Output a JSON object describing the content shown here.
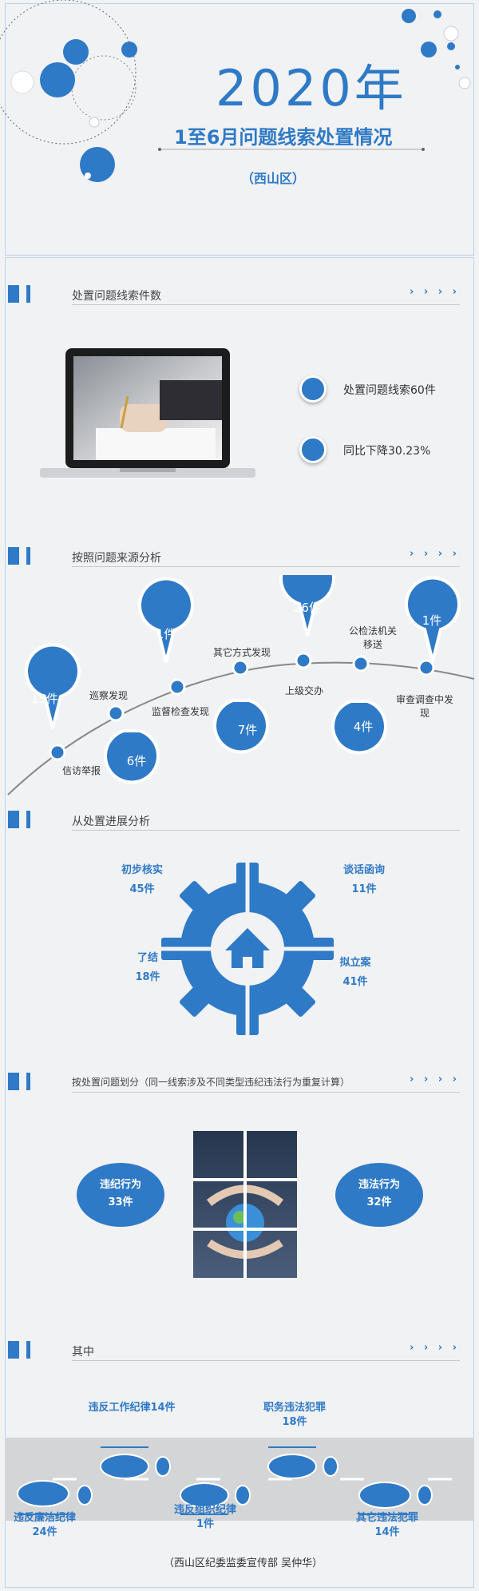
{
  "header": {
    "year": "2020年",
    "subtitle": "1至6月问题线索处置情况",
    "district": "（西山区）"
  },
  "section1": {
    "title": "处置问题线索件数",
    "arrows": "› › › ›",
    "stats": [
      "处置问题线索60件",
      "同比下降30.23%"
    ]
  },
  "section2": {
    "title": "按照问题来源分析",
    "arrows": "› › › ›",
    "sources": [
      {
        "label": "信访举报",
        "value": "15件"
      },
      {
        "label": "巡察发现",
        "value": "6件"
      },
      {
        "label": "监督检查发现",
        "value": "1件"
      },
      {
        "label": "其它方式发现",
        "value": "7件"
      },
      {
        "label": "上级交办",
        "value": "26件"
      },
      {
        "label": "公检法机关移送",
        "value": "4件"
      },
      {
        "label": "审查调查中发现",
        "value": "1件"
      }
    ]
  },
  "section3": {
    "title": "从处置进展分析",
    "items": [
      {
        "label": "初步核实",
        "value": "45件"
      },
      {
        "label": "谈话函询",
        "value": "11件"
      },
      {
        "label": "了结",
        "value": "18件"
      },
      {
        "label": "拟立案",
        "value": "41件"
      }
    ]
  },
  "section4": {
    "title": "按处置问题划分（同一线索涉及不同类型违纪违法行为重复计算）",
    "arrows": "› › › ›",
    "left": {
      "label": "违纪行为",
      "value": "33件"
    },
    "right": {
      "label": "违法行为",
      "value": "32件"
    }
  },
  "section5": {
    "title": "其中",
    "arrows": "› › › ›",
    "items": [
      {
        "label": "违反工作纪律14件"
      },
      {
        "label": "职务违法犯罪",
        "value": "18件"
      },
      {
        "label": "违反廉洁纪律",
        "value": "24件"
      },
      {
        "label": "违反组织纪律",
        "value": "1件"
      },
      {
        "label": "其它违法犯罪",
        "value": "14件"
      }
    ],
    "footer": "（西山区纪委监委宣传部 吴仲华）"
  },
  "colors": {
    "accent": "#2f7ac6",
    "background": "#f1f2f4",
    "frame": "#bcd3ec"
  }
}
